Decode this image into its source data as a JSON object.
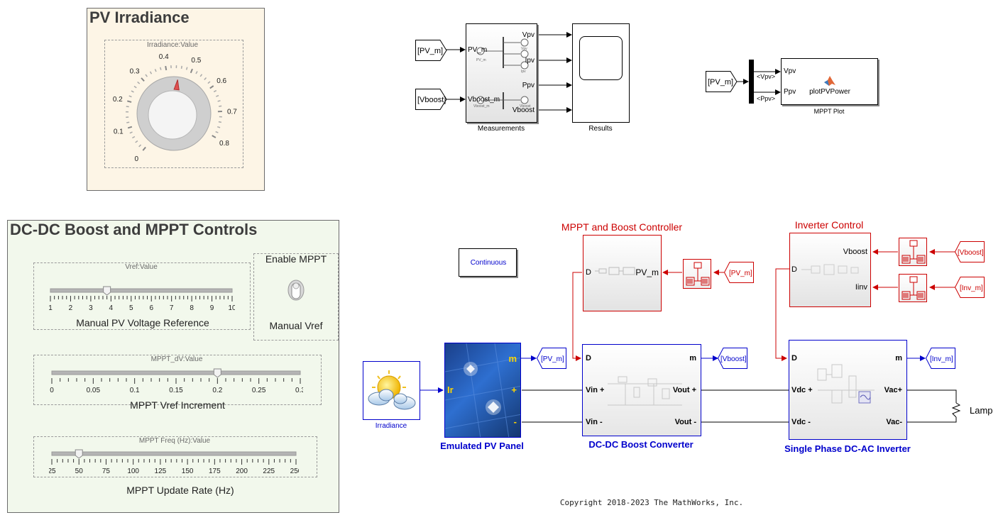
{
  "pv_irradiance_panel": {
    "title": "PV Irradiance",
    "knob_label": "Irradiance:Value",
    "knob_value": 0.45,
    "knob_ticks": [
      "0",
      "0.1",
      "0.2",
      "0.3",
      "0.4",
      "0.5",
      "0.6",
      "0.7",
      "0.8"
    ]
  },
  "boost_panel": {
    "title": "DC-DC Boost and MPPT Controls",
    "vref_slider": {
      "label": "Vref:Value",
      "caption": "Manual PV Voltage Reference",
      "ticks": [
        "1",
        "2",
        "3",
        "4",
        "5",
        "6",
        "7",
        "8",
        "9",
        "10"
      ],
      "value": 3.8,
      "min": 1,
      "max": 10
    },
    "dv_slider": {
      "label": "MPPT_dV:Value",
      "caption": "MPPT Vref Increment",
      "ticks": [
        "0",
        "0.05",
        "0.1",
        "0.15",
        "0.2",
        "0.25",
        "0.3"
      ],
      "value": 0.2,
      "min": 0,
      "max": 0.3
    },
    "freq_slider": {
      "label": "MPPT Freq (Hz):Value",
      "caption": "MPPT Update Rate (Hz)",
      "ticks": [
        "25",
        "50",
        "75",
        "100",
        "125",
        "150",
        "175",
        "200",
        "225",
        "250"
      ],
      "value": 50,
      "min": 25,
      "max": 250
    },
    "mppt_switch": {
      "title": "Enable MPPT",
      "caption": "Manual Vref"
    }
  },
  "measurements": {
    "name": "Measurements",
    "goto_tags": [
      "[PV_m]",
      "[Vboost]"
    ],
    "inputs": [
      "PV_m",
      "Vboost_m"
    ],
    "sub_labels": [
      "PV_m",
      "Vpv",
      "Ipv",
      "Vboost_m",
      "Vboost"
    ],
    "outputs": [
      "Vpv",
      "Ipv",
      "Ppv",
      "Vboost"
    ]
  },
  "results": {
    "name": "Results"
  },
  "mppt_plot": {
    "name": "MPPT Plot",
    "from_tag": "[PV_m]",
    "signals": [
      "<Vpv>",
      "<Ppv>"
    ],
    "inputs": [
      "Vpv",
      "Ppv"
    ],
    "function": "plotPVPower"
  },
  "powergui": {
    "label": "Continuous"
  },
  "controller": {
    "title": "MPPT and Boost Controller",
    "in_port": "D",
    "out_port": "PV_m",
    "from_tag": "[PV_m]"
  },
  "inverter_control": {
    "title": "Inverter Control",
    "in_port": "D",
    "out_ports": [
      "Vboost",
      "Iinv"
    ],
    "from_tags": [
      "[Vboost]",
      "[Inv_m]"
    ]
  },
  "irradiance_block": {
    "name": "Irradiance"
  },
  "pv_panel": {
    "name": "Emulated PV Panel",
    "ports": [
      "m",
      "Ir",
      "+",
      "-"
    ],
    "goto_tag": "[PV_m]"
  },
  "boost_converter": {
    "name": "DC-DC Boost Converter",
    "ports": [
      "D",
      "m",
      "Vin +",
      "Vout +",
      "Vin -",
      "Vout -"
    ],
    "goto_tag": "[Vboost]"
  },
  "inverter": {
    "name": "Single Phase DC-AC Inverter",
    "ports": [
      "D",
      "m",
      "Vdc +",
      "Vac+",
      "Vdc -",
      "Vac-"
    ],
    "goto_tag": "[Inv_m]"
  },
  "load": {
    "name": "Lamp"
  },
  "copyright": "Copyright 2018-2023 The MathWorks, Inc.",
  "colors": {
    "red": "#cc0000",
    "blue": "#0000cc",
    "knob_panel_bg": "#fdf5e6",
    "controls_panel_bg": "#f2f8ec"
  }
}
